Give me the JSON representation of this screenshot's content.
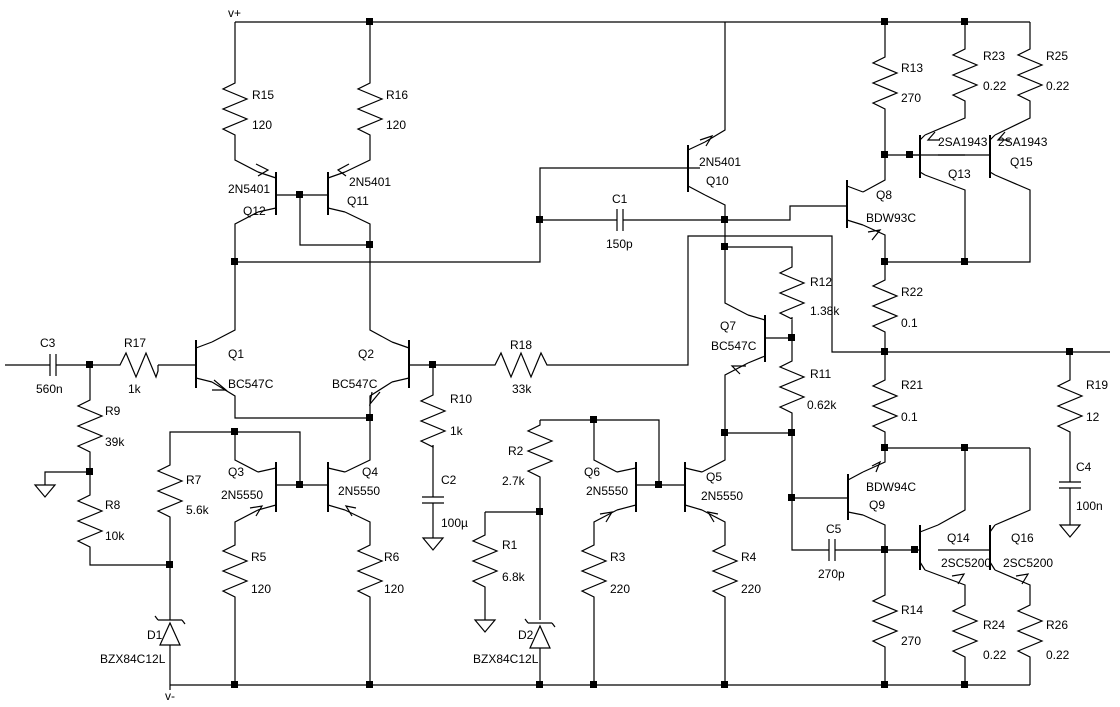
{
  "rails": {
    "vplus": "v+",
    "vminus": "v-"
  },
  "transistors": {
    "Q1": {
      "ref": "Q1",
      "part": "BC547C"
    },
    "Q2": {
      "ref": "Q2",
      "part": "BC547C"
    },
    "Q3": {
      "ref": "Q3",
      "part": "2N5550"
    },
    "Q4": {
      "ref": "Q4",
      "part": "2N5550"
    },
    "Q5": {
      "ref": "Q5",
      "part": "2N5550"
    },
    "Q6": {
      "ref": "Q6",
      "part": "2N5550"
    },
    "Q7": {
      "ref": "Q7",
      "part": "BC547C"
    },
    "Q8": {
      "ref": "Q8",
      "part": "BDW93C"
    },
    "Q9": {
      "ref": "Q9",
      "part": "BDW94C"
    },
    "Q10": {
      "ref": "Q10",
      "part": "2N5401"
    },
    "Q11": {
      "ref": "Q11",
      "part": "2N5401"
    },
    "Q12": {
      "ref": "Q12",
      "part": "2N5401"
    },
    "Q13": {
      "ref": "Q13",
      "part": "2SA1943"
    },
    "Q14": {
      "ref": "Q14",
      "part": "2SC5200"
    },
    "Q15": {
      "ref": "Q15",
      "part": "2SA1943"
    },
    "Q16": {
      "ref": "Q16",
      "part": "2SC5200"
    }
  },
  "resistors": {
    "R1": {
      "ref": "R1",
      "value": "6.8k"
    },
    "R2": {
      "ref": "R2",
      "value": "2.7k"
    },
    "R3": {
      "ref": "R3",
      "value": "220"
    },
    "R4": {
      "ref": "R4",
      "value": "220"
    },
    "R5": {
      "ref": "R5",
      "value": "120"
    },
    "R6": {
      "ref": "R6",
      "value": "120"
    },
    "R7": {
      "ref": "R7",
      "value": "5.6k"
    },
    "R8": {
      "ref": "R8",
      "value": "10k"
    },
    "R9": {
      "ref": "R9",
      "value": "39k"
    },
    "R10": {
      "ref": "R10",
      "value": "1k"
    },
    "R11": {
      "ref": "R11",
      "value": "0.62k"
    },
    "R12": {
      "ref": "R12",
      "value": "1.38k"
    },
    "R13": {
      "ref": "R13",
      "value": "270"
    },
    "R14": {
      "ref": "R14",
      "value": "270"
    },
    "R15": {
      "ref": "R15",
      "value": "120"
    },
    "R16": {
      "ref": "R16",
      "value": "120"
    },
    "R17": {
      "ref": "R17",
      "value": "1k"
    },
    "R18": {
      "ref": "R18",
      "value": "33k"
    },
    "R19": {
      "ref": "R19",
      "value": "12"
    },
    "R21": {
      "ref": "R21",
      "value": "0.1"
    },
    "R22": {
      "ref": "R22",
      "value": "0.1"
    },
    "R23": {
      "ref": "R23",
      "value": "0.22"
    },
    "R24": {
      "ref": "R24",
      "value": "0.22"
    },
    "R25": {
      "ref": "R25",
      "value": "0.22"
    },
    "R26": {
      "ref": "R26",
      "value": "0.22"
    }
  },
  "capacitors": {
    "C1": {
      "ref": "C1",
      "value": "150p"
    },
    "C2": {
      "ref": "C2",
      "value": "100µ"
    },
    "C3": {
      "ref": "C3",
      "value": "560n"
    },
    "C4": {
      "ref": "C4",
      "value": "100n"
    },
    "C5": {
      "ref": "C5",
      "value": "270p"
    }
  },
  "diodes": {
    "D1": {
      "ref": "D1",
      "part": "BZX84C12L"
    },
    "D2": {
      "ref": "D2",
      "part": "BZX84C12L"
    }
  }
}
